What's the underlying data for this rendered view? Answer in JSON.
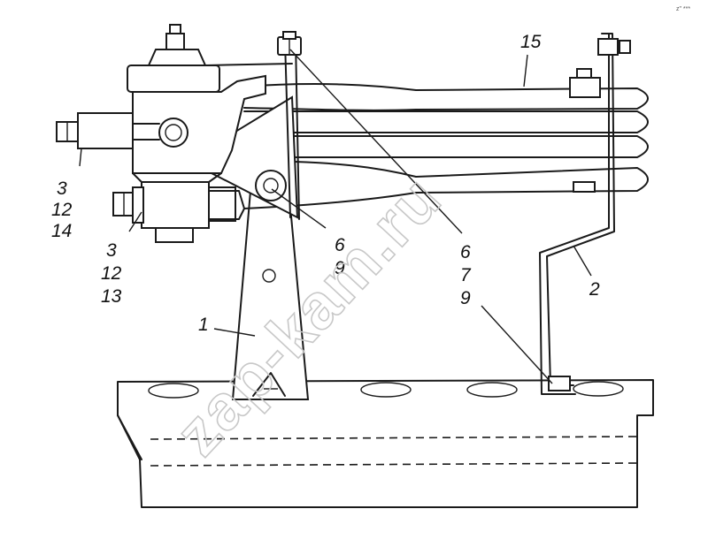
{
  "callouts": {
    "c_3a": "3",
    "c_12a": "12",
    "c_14": "14",
    "c_3b": "3",
    "c_12b": "12",
    "c_13": "13",
    "c_6a": "6",
    "c_9a": "9",
    "c_6b": "6",
    "c_7": "7",
    "c_9b": "9",
    "c_15": "15",
    "c_2": "2",
    "c_1": "1"
  },
  "watermark": "zap-kam.ru",
  "corner_mark": "z\" ***"
}
